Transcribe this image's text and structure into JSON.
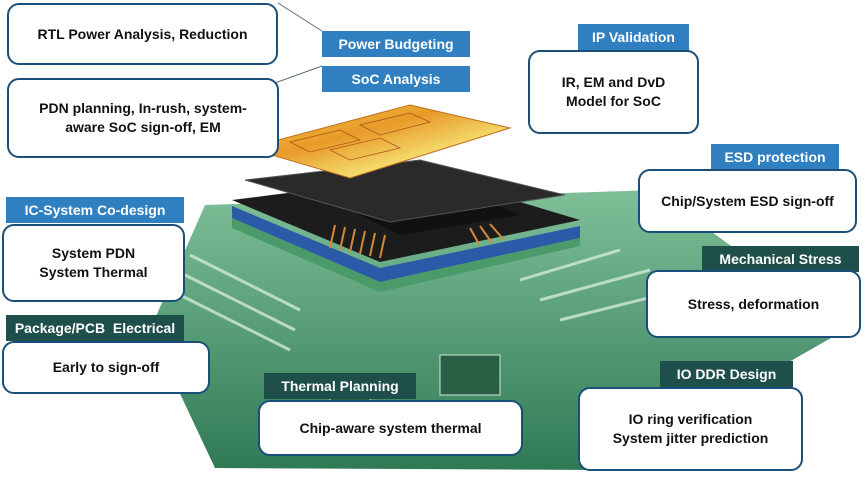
{
  "colors": {
    "blue_tag": "#2f7fc1",
    "teal_tag": "#1f4f4b",
    "box_border": "#1c4f78",
    "board_green": "#3f8f66",
    "chip_dark": "#1a1a1a",
    "die_heatmap": "#e8c33a"
  },
  "callouts": [
    {
      "id": "power-budgeting",
      "tag": "Power Budgeting",
      "lines": [
        "RTL Power Analysis, Reduction"
      ]
    },
    {
      "id": "soc-analysis",
      "tag": "SoC Analysis",
      "lines": [
        "PDN planning, In-rush, system-",
        "aware SoC sign-off, EM"
      ]
    },
    {
      "id": "ip-validation",
      "tag": "IP Validation",
      "lines": [
        "IR, EM and DvD",
        "Model for SoC"
      ]
    },
    {
      "id": "esd-protection",
      "tag": "ESD protection",
      "lines": [
        "Chip/System ESD sign-off"
      ]
    },
    {
      "id": "ic-system-codesign",
      "tag": "IC-System Co-design",
      "lines": [
        "System PDN",
        "System Thermal"
      ]
    },
    {
      "id": "mechanical-stress",
      "tag": "Mechanical Stress",
      "lines": [
        "Stress, deformation"
      ]
    },
    {
      "id": "package-pcb-electrical",
      "tag": "Package/PCB  Electrical",
      "lines": [
        "Early to sign-off"
      ]
    },
    {
      "id": "thermal-planning",
      "tag": "Thermal Planning",
      "lines": [
        "Chip-aware system thermal"
      ]
    },
    {
      "id": "io-ddr-design",
      "tag": "IO DDR Design",
      "lines": [
        "IO ring verification",
        "System jitter prediction"
      ]
    }
  ]
}
